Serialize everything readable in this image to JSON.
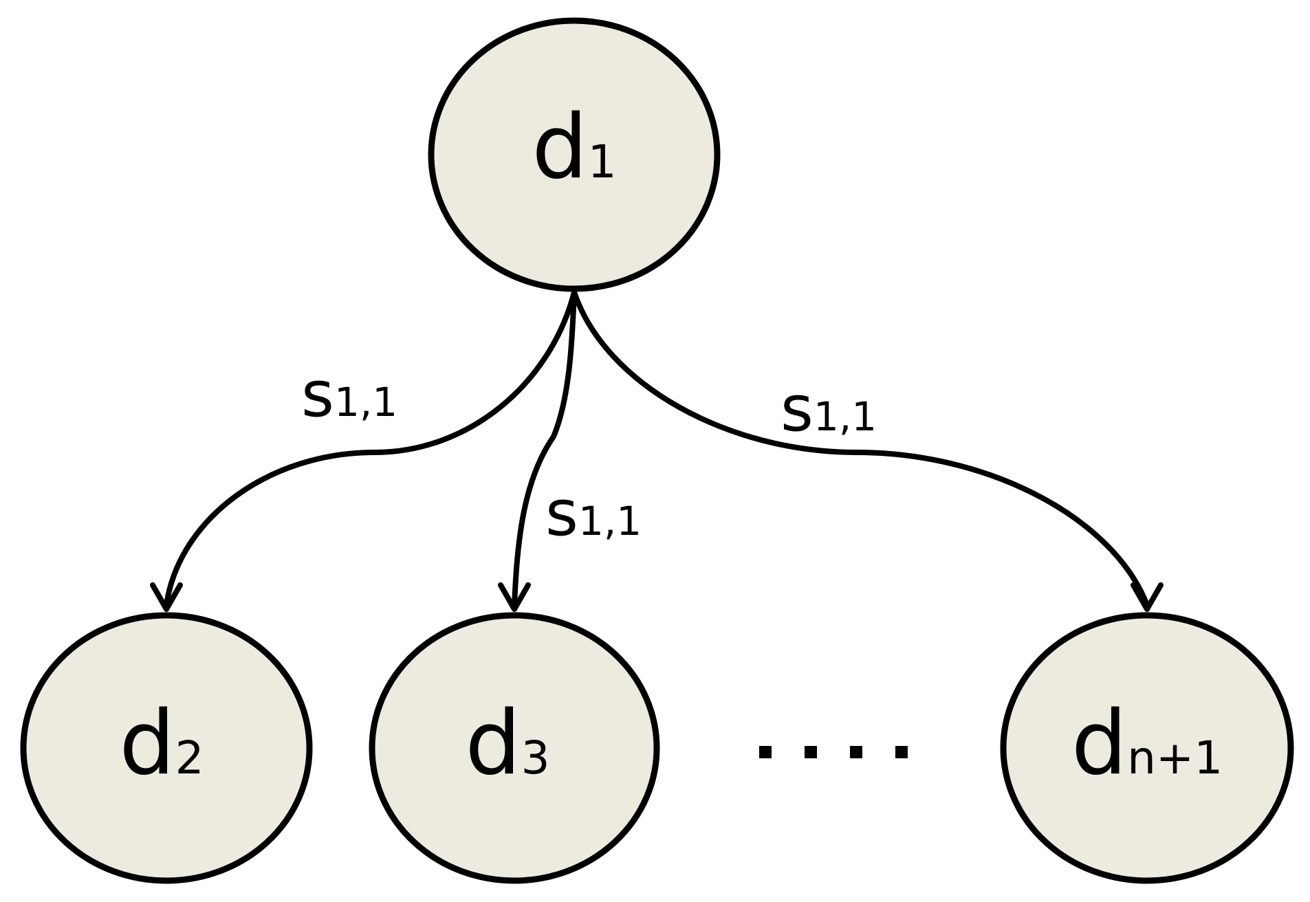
{
  "nodes": {
    "root": {
      "base": "d",
      "sub": "1"
    },
    "child_2": {
      "base": "d",
      "sub": "2"
    },
    "child_3": {
      "base": "d",
      "sub": "3"
    },
    "child_last": {
      "base": "d",
      "sub": "n+1"
    }
  },
  "edges": {
    "to_child_2": {
      "base": "s",
      "sub": "1,1"
    },
    "to_child_3": {
      "base": "s",
      "sub": "1,1"
    },
    "to_child_last": {
      "base": "s",
      "sub": "1,1"
    }
  },
  "ellipsis": "····"
}
